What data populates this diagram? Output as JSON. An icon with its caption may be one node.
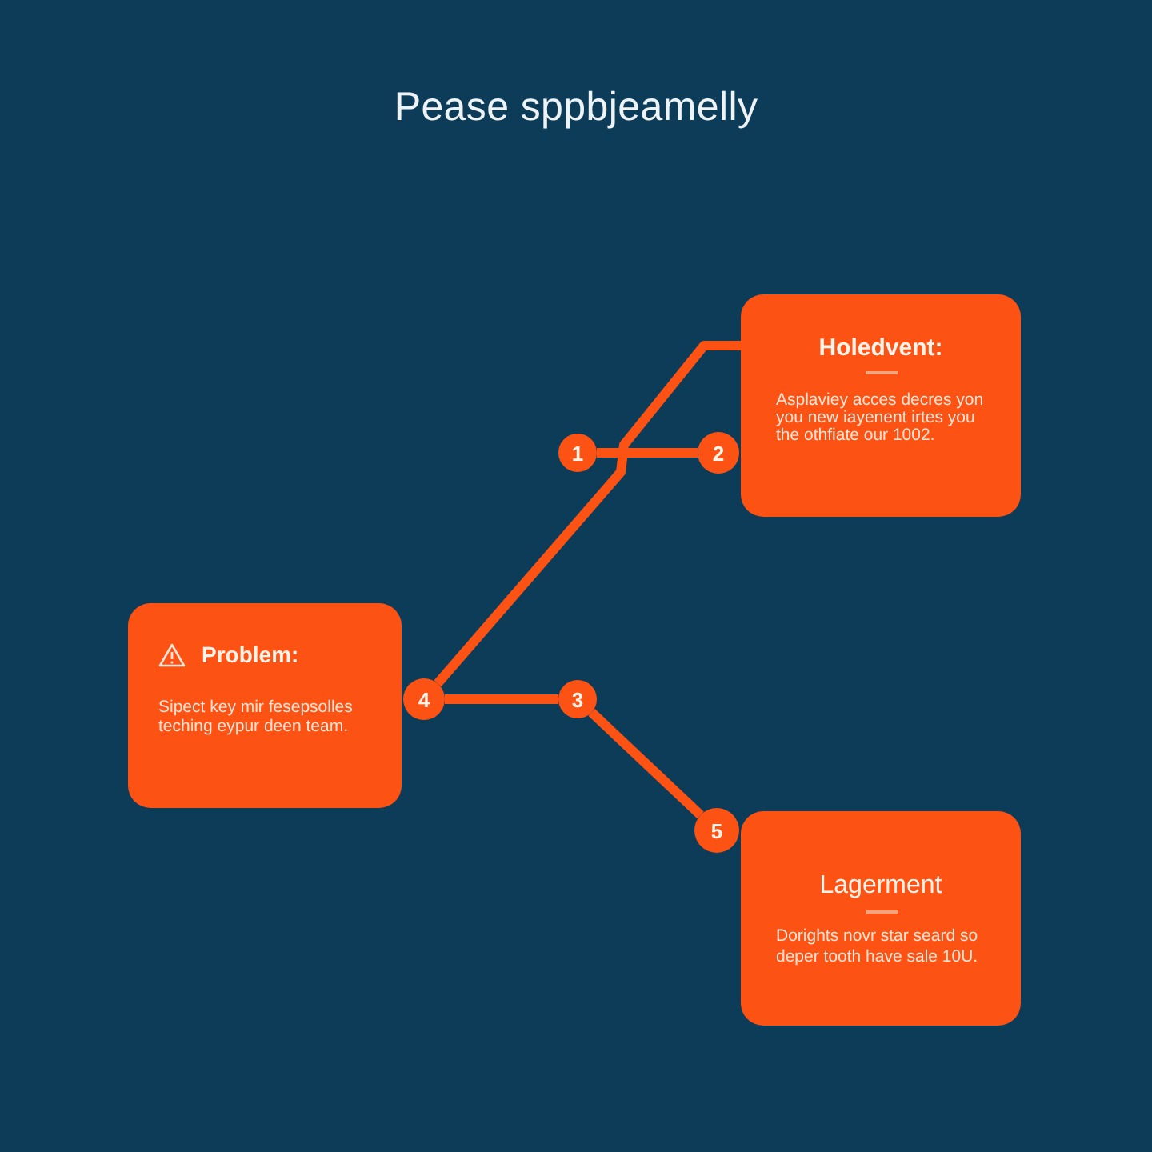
{
  "diagram": {
    "title": "Pease sppbjeamelly",
    "nodes": [
      {
        "text": [
          "Holedvent:",
          "Asplaviey acces decres yon you new iayenent irtes you the othfiate our 1002."
        ]
      },
      {
        "text": [
          "1"
        ]
      },
      {
        "text": [
          "2"
        ]
      },
      {
        "text": [
          "Problem:",
          "Sipect key mir fesepsolles teching eypur deen team."
        ]
      },
      {
        "text": [
          "4"
        ]
      },
      {
        "text": [
          "3"
        ]
      },
      {
        "text": [
          "5"
        ]
      },
      {
        "text": [
          "Lagerment",
          "Dorights novr star seard so deper tooth have sale 10U."
        ]
      }
    ],
    "edges": [
      {
        "from": 1,
        "to": 2,
        "arrow": "none"
      },
      {
        "from": 4,
        "to": 0,
        "arrow": "none"
      },
      {
        "from": 4,
        "to": 5,
        "arrow": "none"
      },
      {
        "from": 5,
        "to": 6,
        "arrow": "none"
      }
    ]
  }
}
